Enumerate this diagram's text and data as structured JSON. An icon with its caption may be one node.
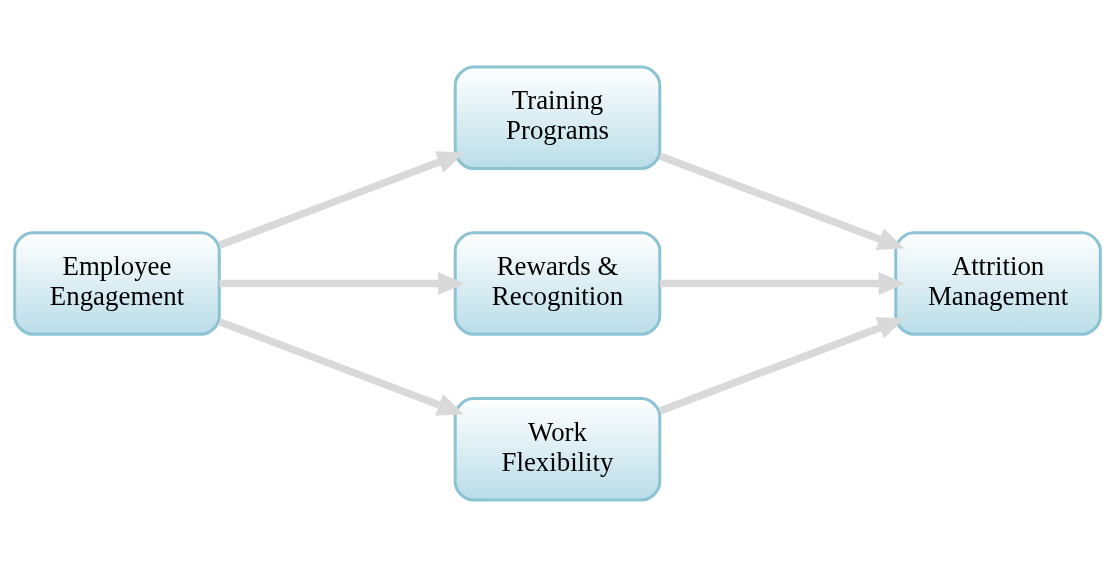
{
  "diagram": {
    "nodes": [
      {
        "text": [
          "Employee Engagement"
        ]
      },
      {
        "text": [
          "Training Programs"
        ]
      },
      {
        "text": [
          "Rewards & Recognition"
        ]
      },
      {
        "text": [
          "Work Flexibility"
        ]
      },
      {
        "text": [
          "Attrition Management"
        ]
      }
    ],
    "edges": [
      {
        "from": 0,
        "to": 1,
        "arrow": "to"
      },
      {
        "from": 0,
        "to": 2,
        "arrow": "to"
      },
      {
        "from": 0,
        "to": 3,
        "arrow": "to"
      },
      {
        "from": 1,
        "to": 4,
        "arrow": "to"
      },
      {
        "from": 2,
        "to": 4,
        "arrow": "to"
      },
      {
        "from": 3,
        "to": 4,
        "arrow": "to"
      }
    ]
  }
}
